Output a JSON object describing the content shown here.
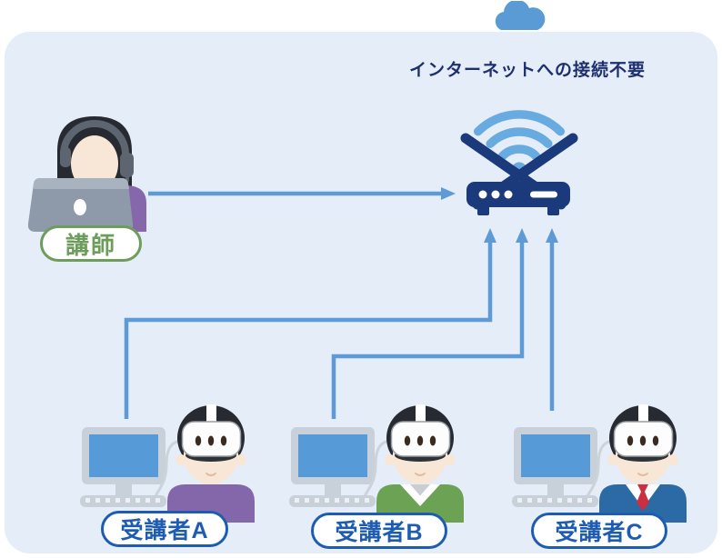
{
  "diagram": {
    "title": "インターネットへの接続不要",
    "instructor": {
      "label": "講師",
      "label_color": "#6d9d5a",
      "shirt_color": "#8667ac"
    },
    "students": [
      {
        "label": "受講者A",
        "shirt_color": "#8466ab"
      },
      {
        "label": "受講者B",
        "shirt_color": "#6ca253"
      },
      {
        "label": "受講者C",
        "shirt_color": "#2c6aa6"
      }
    ],
    "icons": {
      "cloud": "cloud-icon",
      "router": "wifi-router-icon",
      "instructor": "instructor-with-headset-icon",
      "student": "student-with-vr-headset-icon"
    },
    "colors": {
      "panel_bg": "#e4edf8",
      "cloud": "#5b9bd5",
      "arrow": "#5e9bd6",
      "router_body": "#1a3a7c",
      "wifi": "#67abe0",
      "label_blue": "#1e5cb3",
      "title_text": "#1e2f6e",
      "tie_red": "#cb3040"
    }
  }
}
